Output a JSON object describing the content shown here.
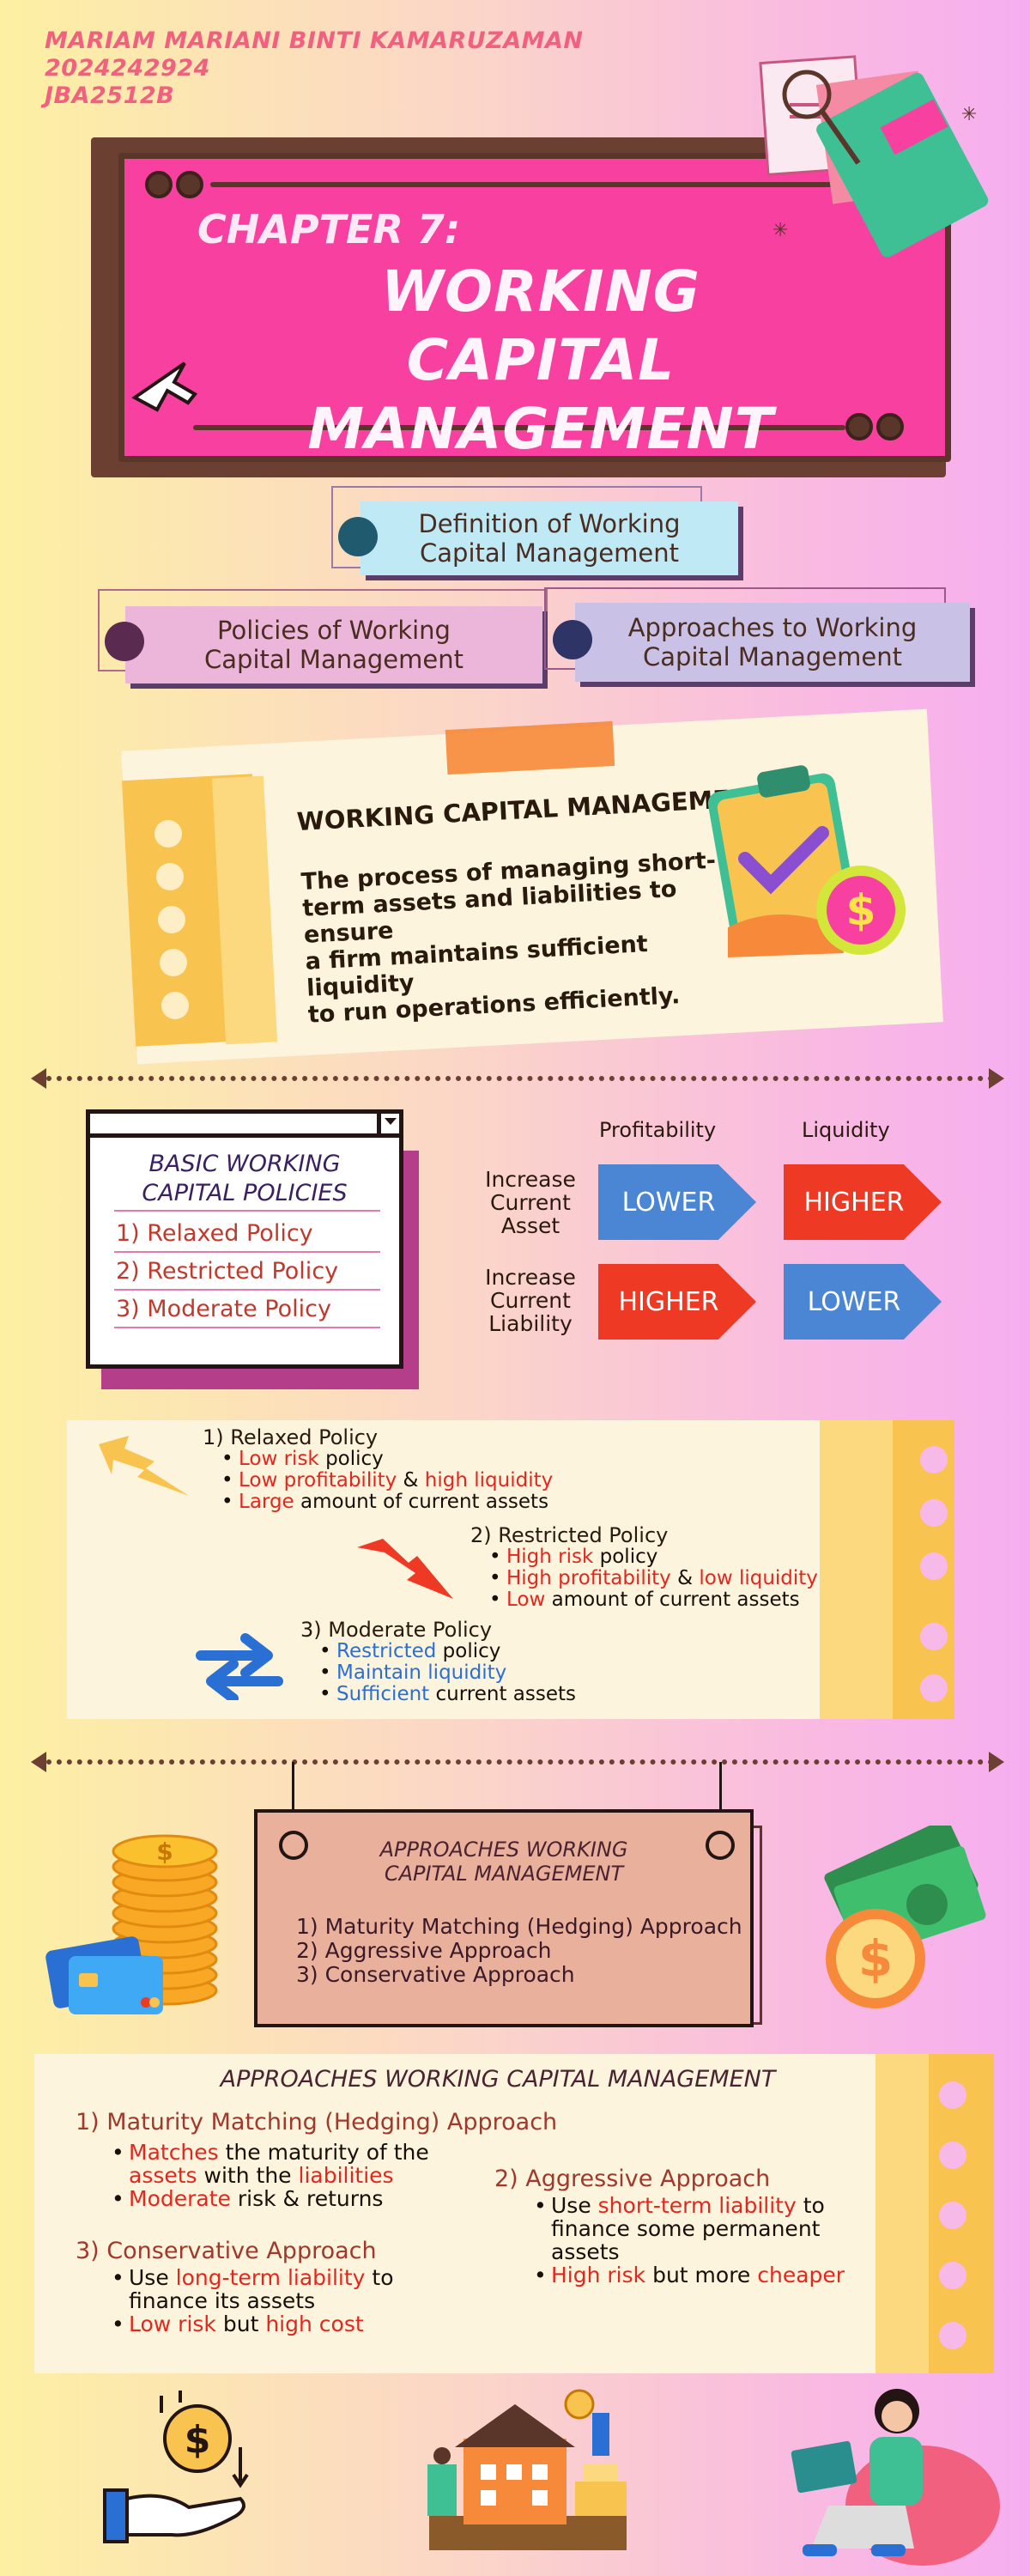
{
  "author": {
    "name": "MARIAM MARIANI  BINTI KAMARUZAMAN",
    "id": "2024242924",
    "code": "JBA2512B"
  },
  "title": {
    "chapter": "CHAPTER 7:",
    "line1": "WORKING CAPITAL",
    "line2": "MANAGEMENT"
  },
  "topics": [
    {
      "line1": "Definition of Working",
      "line2": "Capital Management"
    },
    {
      "line1": "Policies of Working",
      "line2": "Capital Management"
    },
    {
      "line1": "Approaches to Working",
      "line2": "Capital Management"
    }
  ],
  "definition": {
    "heading": "WORKING CAPITAL MANAGEMENT",
    "text_l1": "The process of managing short-",
    "text_l2": "term assets and liabilities to ensure",
    "text_l3": "a firm maintains sufficient liquidity",
    "text_l4": "to run operations efficiently."
  },
  "policies_window": {
    "title_l1": "BASIC WORKING",
    "title_l2": "CAPITAL POLICIES",
    "items": [
      "1) Relaxed Policy",
      "2) Restricted Policy",
      "3) Moderate Policy"
    ]
  },
  "tradeoff": {
    "col_profitability": "Profitability",
    "col_liquidity": "Liquidity",
    "row1_l1": "Increase",
    "row1_l2": "Current",
    "row1_l3": "Asset",
    "row2_l1": "Increase",
    "row2_l2": "Current",
    "row2_l3": "Liability",
    "r1_profit": "LOWER",
    "r1_liquid": "HIGHER",
    "r2_profit": "HIGHER",
    "r2_liquid": "LOWER",
    "colors": {
      "blue": "#4a86d4",
      "red": "#ee3a24"
    }
  },
  "policy_details": {
    "relaxed": {
      "heading": "1) Relaxed Policy",
      "b1_red": "Low risk",
      "b1_rest": " policy",
      "b2_red1": "Low profitability",
      "b2_amp": " & ",
      "b2_red2": "high liquidity",
      "b3_red": "Large",
      "b3_rest": " amount of current assets"
    },
    "restricted": {
      "heading": "2) Restricted Policy",
      "b1_red": "High risk",
      "b1_rest": " policy",
      "b2_red1": "High profitability",
      "b2_amp": " & ",
      "b2_red2": "low liquidity",
      "b3_red": "Low",
      "b3_rest": " amount of current assets"
    },
    "moderate": {
      "heading": "3) Moderate Policy",
      "b1_blue": "Restricted",
      "b1_rest": " policy",
      "b2_blue": "Maintain liquidity",
      "b3_blue": "Sufficient",
      "b3_rest": " current assets"
    }
  },
  "approaches_card": {
    "title_l1": "APPROACHES WORKING",
    "title_l2": "CAPITAL MANAGEMENT",
    "items": [
      "1) Maturity Matching (Hedging) Approach",
      "2) Aggressive Approach",
      "3) Conservative Approach"
    ]
  },
  "approaches_detail": {
    "title": "APPROACHES WORKING CAPITAL MANAGEMENT",
    "maturity": {
      "heading": "1) Maturity Matching (Hedging) Approach",
      "b1_red1": "Matches",
      "b1_rest1": " the maturity of the",
      "b1_red2": "assets",
      "b1_rest2": " with the ",
      "b1_red3": "liabilities",
      "b2_red": "Moderate",
      "b2_rest": " risk & returns"
    },
    "aggressive": {
      "heading": "2) Aggressive Approach",
      "b1_pre": "Use ",
      "b1_red": "short-term liability",
      "b1_rest": " to",
      "b1_l2": "finance some permanent",
      "b1_l3": "assets",
      "b2_red1": "High risk",
      "b2_rest": " but more ",
      "b2_red2": "cheaper"
    },
    "conservative": {
      "heading": "3) Conservative Approach",
      "b1_pre": "Use ",
      "b1_red": "long-term liability",
      "b1_rest": " to",
      "b1_l2": "finance its assets",
      "b2_red1": "Low risk",
      "b2_rest": " but ",
      "b2_red2": "high cost"
    }
  },
  "icons": [
    "folder-icon",
    "magnifier-icon",
    "cursor-icon",
    "clipboard-check-icon",
    "dollar-coin-icon",
    "lightning-arrow-icon",
    "swap-arrows-icon",
    "coin-stack-icon",
    "credit-card-icon",
    "money-bills-icon",
    "hand-coin-icon",
    "house-money-icon",
    "laptop-person-icon"
  ]
}
